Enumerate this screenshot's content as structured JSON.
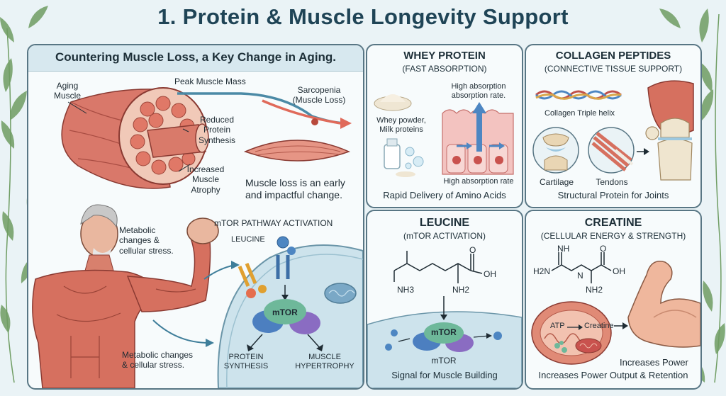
{
  "title": "1. Protein & Muscle Longevity Support",
  "left_panel": {
    "heading": "Countering Muscle Loss, a Key Change in Aging.",
    "aging_muscle": "Aging\nMuscle",
    "peak_muscle_mass": "Peak Muscle Mass",
    "sarcopenia": "Sarcopenia\n(Muscle Loss)",
    "reduced_synthesis": "Reduced\nProtein\nSynthesis",
    "increased_atrophy": "Increased\nMuscle\nAtrophy",
    "muscle_loss_note": "Muscle loss is an early\nand impactful change.",
    "metabolic_top": "Metabolic\nchanges &\ncellular stress.",
    "metabolic_bottom": "Metabolic changes\n& cellular stress.",
    "mtor_heading": "mTOR PATHWAY ACTIVATION",
    "leucine": "LEUCINE",
    "mtor": "mTOR",
    "protein_synthesis": "PROTEIN\nSYNTHESIS",
    "muscle_hypertrophy": "MUSCLE\nHYPERTROPHY"
  },
  "whey": {
    "title": "WHEY PROTEIN",
    "subtitle": "(FAST ABSORPTION)",
    "powder": "Whey powder,\nMilk proteins",
    "high_rate_top": "High absorption\nabsorption rate.",
    "high_rate_bottom": "High absorption rate",
    "caption": "Rapid Delivery of Amino Acids"
  },
  "collagen": {
    "title": "COLLAGEN PEPTIDES",
    "subtitle": "(CONNECTIVE TISSUE SUPPORT)",
    "helix": "Collagen Triple helix",
    "cartilage": "Cartilage",
    "tendons": "Tendons",
    "caption": "Structural Protein for Joints"
  },
  "leucine": {
    "title": "LEUCINE",
    "subtitle": "(mTOR ACTIVATION)",
    "nh3": "NH3",
    "nh2": "NH2",
    "oh": "OH",
    "o": "O",
    "mtor": "mTOR",
    "mtor_below": "mTOR",
    "caption": "Signal for Muscle Building"
  },
  "creatine": {
    "title": "CREATINE",
    "subtitle": "(CELLULAR ENERGY & STRENGTH)",
    "h2n": "H2N",
    "n": "N",
    "nh": "NH",
    "nh2": "NH2",
    "oh": "OH",
    "o": "O",
    "atp": "ATP",
    "creatine_label": "Creatine",
    "power": "Increases Power",
    "caption": "Increases Power Output & Retention"
  }
}
